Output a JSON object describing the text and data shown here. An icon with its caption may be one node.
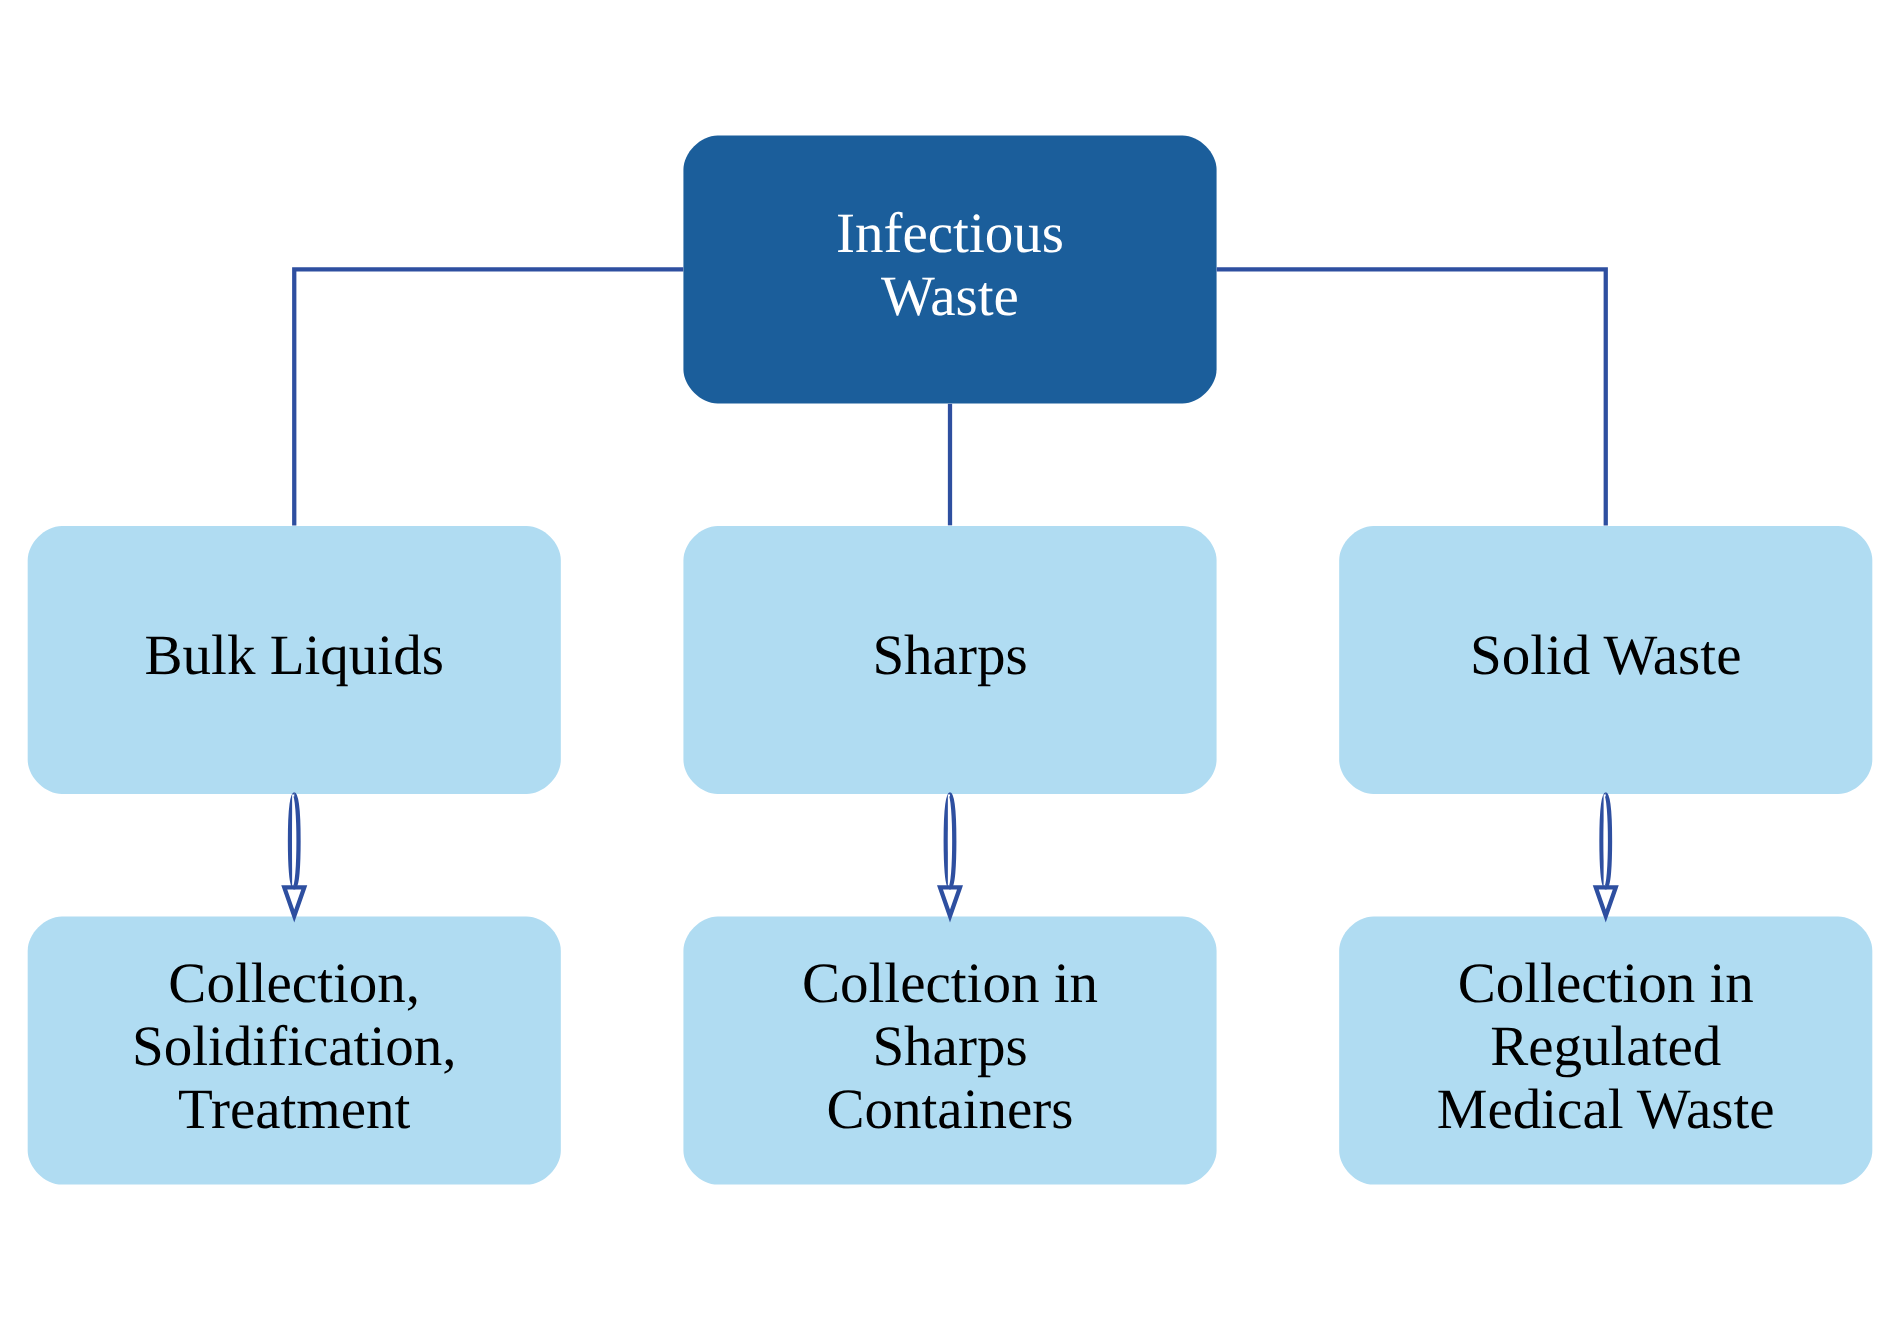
{
  "diagram": {
    "nodes": [
      {
        "text": [
          "Infectious Waste"
        ]
      },
      {
        "text": [
          "Bulk Liquids"
        ]
      },
      {
        "text": [
          "Sharps"
        ]
      },
      {
        "text": [
          "Solid Waste"
        ]
      },
      {
        "text": [
          "Collection, Solidification, Treatment"
        ]
      },
      {
        "text": [
          "Collection in Sharps Containers"
        ]
      },
      {
        "text": [
          "Collection in Regulated Medical Waste"
        ]
      }
    ],
    "edges": [
      {
        "from": 0,
        "to": 1,
        "arrow": "none"
      },
      {
        "from": 0,
        "to": 2,
        "arrow": "none"
      },
      {
        "from": 0,
        "to": 3,
        "arrow": "none"
      },
      {
        "from": 1,
        "to": 4,
        "arrow": "to"
      },
      {
        "from": 2,
        "to": 5,
        "arrow": "to"
      },
      {
        "from": 3,
        "to": 6,
        "arrow": "to"
      }
    ]
  }
}
